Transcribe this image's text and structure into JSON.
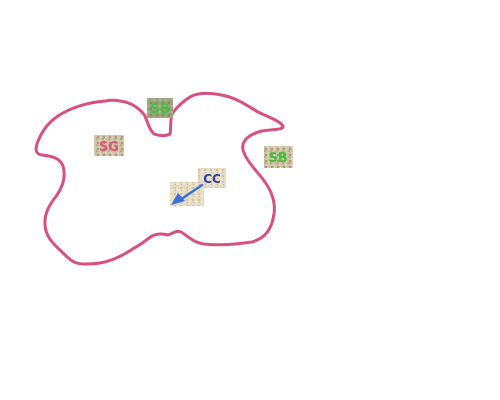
{
  "diagram": {
    "outline_color": "#d9507f",
    "labels": [
      {
        "id": "sg",
        "text": "SG",
        "color": "#e0557a"
      },
      {
        "id": "sb-top",
        "text": "SB",
        "color": "#45c03a"
      },
      {
        "id": "sb-right",
        "text": "SB",
        "color": "#45c03a"
      },
      {
        "id": "cc",
        "text": "CC",
        "color": "#2e3fa8"
      }
    ],
    "arrow_color": "#3b72d9",
    "label_background": "#c8bb9c"
  }
}
